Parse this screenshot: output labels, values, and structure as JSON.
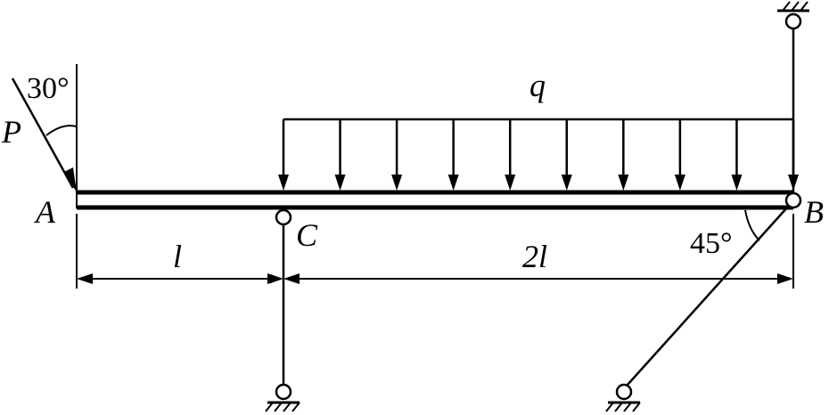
{
  "labels": {
    "force_p": "P",
    "angle_p": "30°",
    "load_q": "q",
    "point_a": "A",
    "point_b": "B",
    "point_c": "C",
    "angle_b": "45°",
    "dim_left": "l",
    "dim_right": "2l"
  },
  "load": {
    "arrow_count": 10
  },
  "colors": {
    "stroke": "#000000",
    "background": "#ffffff"
  }
}
